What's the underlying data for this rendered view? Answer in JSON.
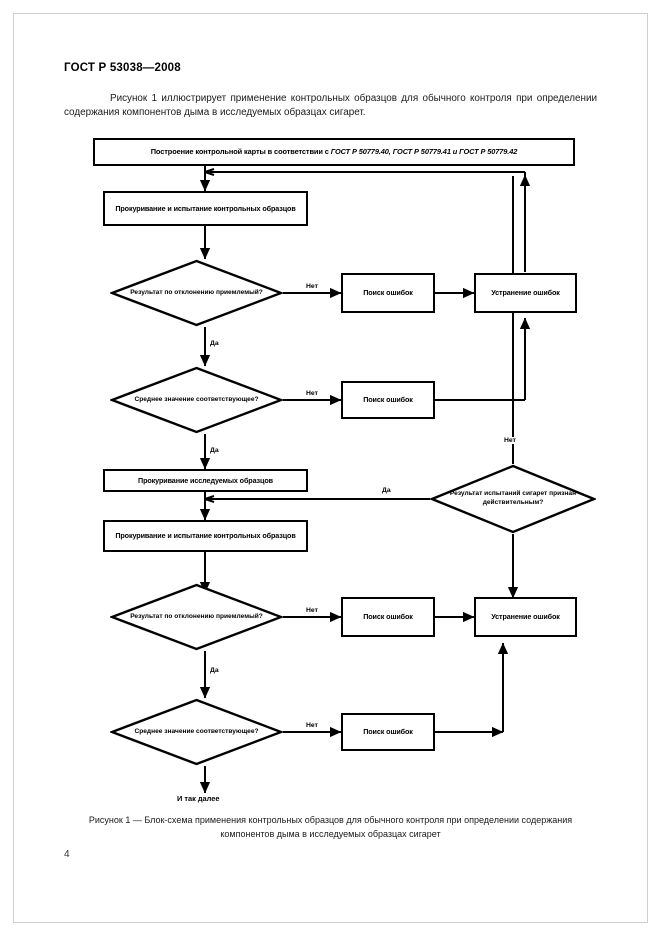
{
  "document": {
    "standard_header": "ГОСТ Р 53038—2008",
    "page_number": "4",
    "intro_paragraph": "Рисунок 1 иллюстрирует применение контрольных образцов для обычного контроля при определении содержания компонентов дыма в исследуемых образцах сигарет.",
    "figure_caption_line1": "Рисунок 1 — Блок-схема применения контрольных образцов для обычного контроля при определении",
    "figure_caption_line2": "содержания компонентов дыма в исследуемых образцах сигарет"
  },
  "flowchart": {
    "nodes": {
      "start_box_prefix": "Построение контрольной карты в соответствии с ",
      "start_box_refs": "ГОСТ Р 50779.40, ГОСТ Р 50779.41 и ГОСТ Р 50779.42",
      "smoke_test_control_1": "Прокуривание и испытание контрольных образцов",
      "decision_deviation_1": "Результат по отклонению приемлемый?",
      "find_errors_1": "Поиск ошибок",
      "fix_errors_1": "Устранение ошибок",
      "decision_mean_1": "Среднее значение соответствующее?",
      "find_errors_2": "Поиск ошибок",
      "smoke_samples": "Прокуривание исследуемых образцов",
      "smoke_test_control_2": "Прокуривание и испытание контрольных образцов",
      "decision_valid": "Результат испытаний сигарет признан действительным?",
      "decision_deviation_2": "Результат по отклонению приемлемый?",
      "find_errors_3": "Поиск ошибок",
      "fix_errors_2": "Устранение ошибок",
      "decision_mean_2": "Среднее значение соответствующее?",
      "find_errors_4": "Поиск ошибок",
      "end_label": "И так далее"
    },
    "edge_labels": {
      "no_1": "Нет",
      "yes_1": "Да",
      "no_2": "Нет",
      "yes_2": "Да",
      "yes_valid": "Да",
      "no_valid": "Нет",
      "no_3": "Нет",
      "yes_3": "Да",
      "no_4": "Нет"
    },
    "colors": {
      "line": "#000000",
      "fill": "#ffffff"
    }
  }
}
